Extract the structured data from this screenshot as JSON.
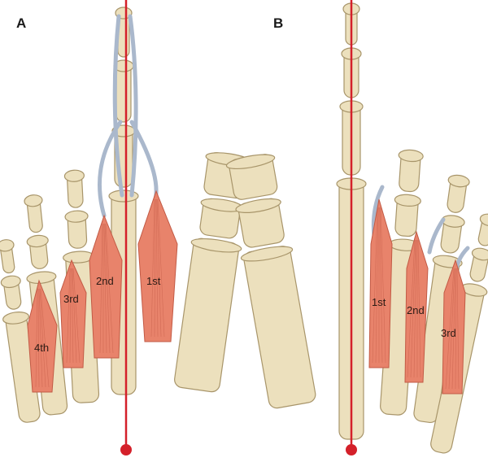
{
  "figure": {
    "panel_a": {
      "label": "A",
      "muscles": [
        "1st",
        "2nd",
        "3rd",
        "4th"
      ]
    },
    "panel_b": {
      "label": "B",
      "muscles": [
        "1st",
        "2nd",
        "3rd"
      ]
    },
    "colors": {
      "axis_line": "#d4202a",
      "muscle": "#e8836b",
      "bone": "#ece0bd",
      "tendon": "#aab8cc"
    }
  }
}
